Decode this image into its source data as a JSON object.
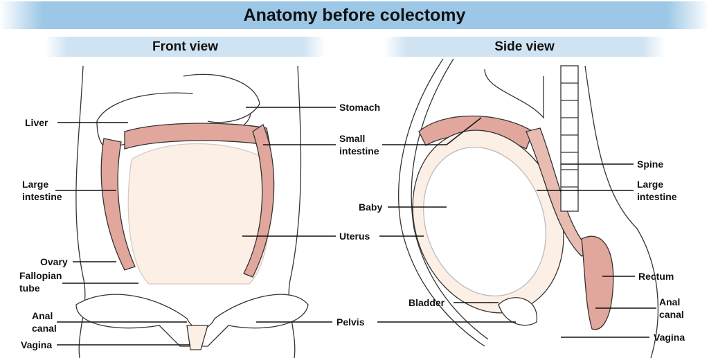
{
  "title": "Anatomy before colectomy",
  "front_view": {
    "heading": "Front view",
    "labels": {
      "liver": "Liver",
      "large_intestine": "Large intestine",
      "ovary": "Ovary",
      "fallopian_tube": "Fallopian tube",
      "anal_canal": "Anal canal",
      "vagina": "Vagina"
    }
  },
  "shared_labels": {
    "stomach": "Stomach",
    "small_intestine": "Small intestine",
    "baby": "Baby",
    "uterus": "Uterus",
    "bladder": "Bladder",
    "pelvis": "Pelvis"
  },
  "side_view": {
    "heading": "Side view",
    "labels": {
      "spine": "Spine",
      "large_intestine": "Large intestine",
      "rectum": "Rectum",
      "anal_canal": "Anal canal",
      "vagina": "Vagina"
    }
  },
  "colors": {
    "title_band": "#9cc7e6",
    "sub_band": "#cfe3f2",
    "intestine": "#e2a79c",
    "uterus": "#fbefe6",
    "outline": "#333333"
  }
}
